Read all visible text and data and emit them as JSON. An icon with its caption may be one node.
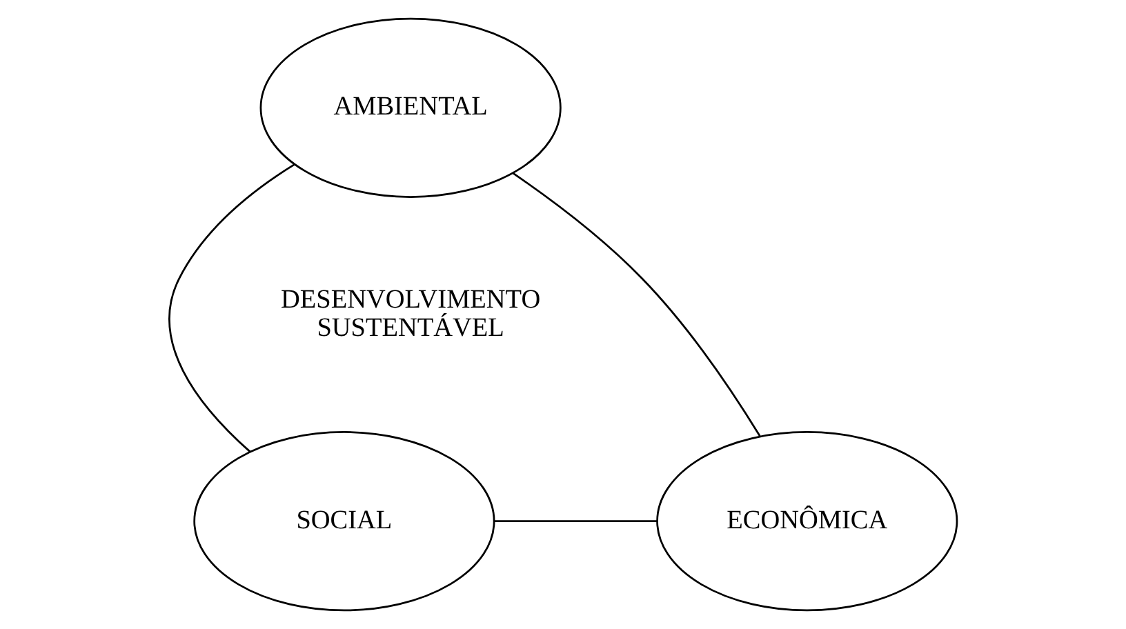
{
  "diagram": {
    "nodes": [
      {
        "text": [
          "AMBIENTAL"
        ]
      },
      {
        "text": [
          "SOCIAL"
        ]
      },
      {
        "text": [
          "ECONÔMICA"
        ]
      }
    ],
    "edges": [
      {
        "from": 0,
        "to": 1,
        "arrow": "none"
      },
      {
        "from": 0,
        "to": 2,
        "arrow": "none"
      },
      {
        "from": 1,
        "to": 2,
        "arrow": "none"
      }
    ],
    "labels": [
      "DESENVOLVIMENTO SUSTENTÁVEL"
    ]
  }
}
